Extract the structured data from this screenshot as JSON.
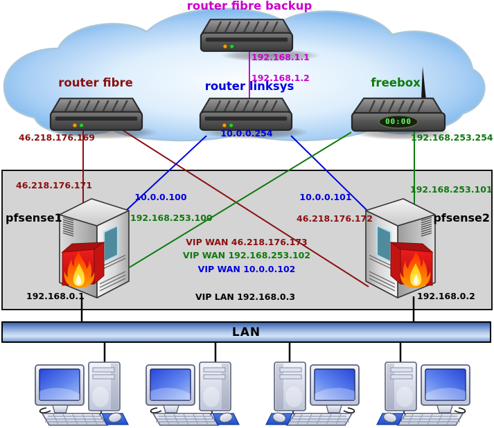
{
  "nodes": {
    "backup": {
      "label": "router fibre backup",
      "color": "#cc00cc"
    },
    "fibre": {
      "label": "router fibre",
      "ip": "46.218.176.169",
      "color": "#8b0f0f"
    },
    "linksys": {
      "label": "router linksys",
      "ip": "10.0.0.254",
      "color": "#0000dd"
    },
    "freebox": {
      "label": "freebox",
      "ip": "192.168.253.254",
      "display": "00:00",
      "color": "#0e7a0e"
    },
    "pfsense1": {
      "label": "pfsense1",
      "ip_fibre": "46.218.176.171",
      "ip_linksys": "10.0.0.100",
      "ip_freebox": "192.168.253.100",
      "ip_lan": "192.168.0.1"
    },
    "pfsense2": {
      "label": "pfsense2",
      "ip_fibre": "46.218.176.172",
      "ip_linksys": "10.0.0.101",
      "ip_freebox": "192.168.253.101",
      "ip_lan": "192.168.0.2"
    }
  },
  "backup_link": {
    "upper_ip": "192.168.1.1",
    "lower_ip": "192.168.1.2"
  },
  "vip_wan": [
    "VIP WAN 46.218.176.173",
    "VIP WAN 192.168.253.102",
    "VIP WAN 10.0.0.102"
  ],
  "vip_lan": "VIP LAN 192.168.0.3",
  "lan": {
    "label": "LAN"
  },
  "workstations": {
    "count": 4
  },
  "link_colors": {
    "fibre": "#8b0f0f",
    "linksys": "#0000dd",
    "freebox": "#0e7a0e",
    "backup": "#cc00cc",
    "lan": "#000000"
  }
}
